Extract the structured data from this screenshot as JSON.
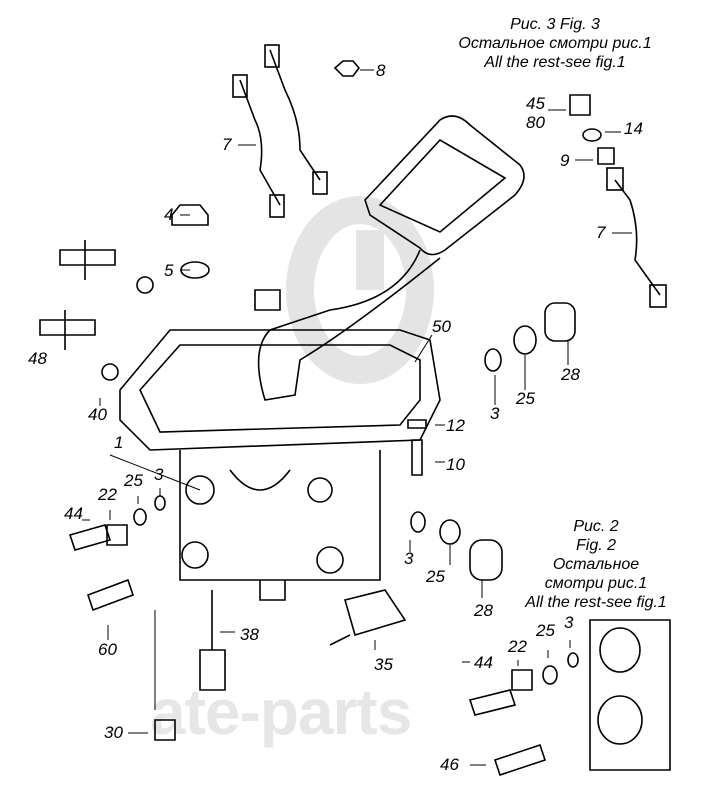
{
  "watermark": {
    "text": "ate-parts",
    "color": "#e0e0e0"
  },
  "captions": {
    "fig3": [
      "Рис. 3 Fig. 3",
      "Остальное смотри рис.1",
      "All the rest-see fig.1"
    ],
    "fig2": [
      "Рис. 2",
      "Fig. 2",
      "Остальное",
      "смотри рис.1",
      "All the rest-see fig.1"
    ]
  },
  "labels": [
    "8",
    "7",
    "45",
    "80",
    "14",
    "9",
    "7",
    "4",
    "5",
    "50",
    "28",
    "3",
    "25",
    "48",
    "40",
    "1",
    "12",
    "10",
    "25",
    "3",
    "22",
    "44",
    "3",
    "25",
    "28",
    "60",
    "38",
    "35",
    "30",
    "44",
    "22",
    "25",
    "3",
    "46"
  ]
}
